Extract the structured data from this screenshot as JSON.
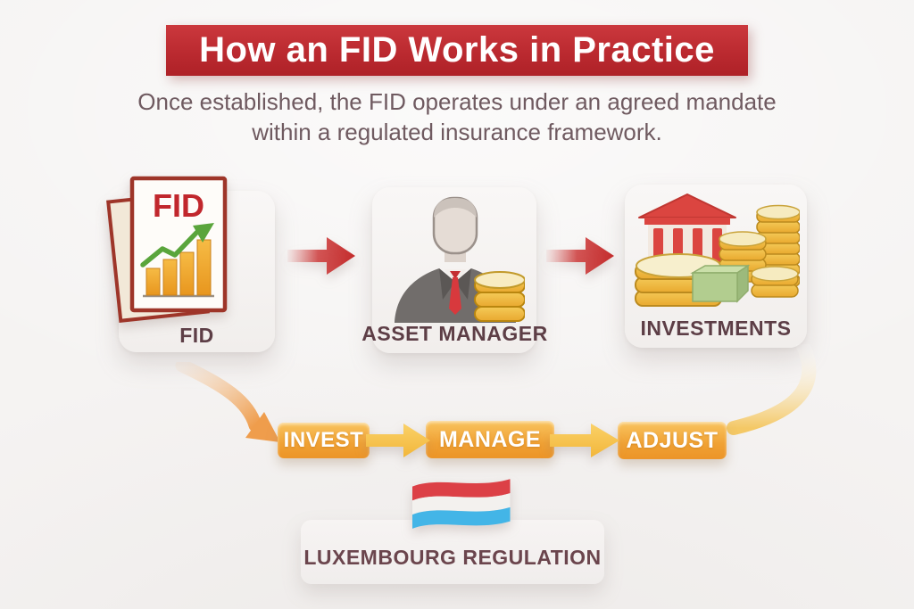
{
  "header": {
    "title": "How an FID Works in Practice",
    "subtitle": "Once established, the FID operates under an agreed mandate within a regulated insurance framework."
  },
  "entities": [
    {
      "label": "FID",
      "icon": "fid-document-icon",
      "document_text": "FID"
    },
    {
      "label": "ASSET MANAGER",
      "icon": "asset-manager-icon"
    },
    {
      "label": "INVESTMENTS",
      "icon": "investments-icon"
    }
  ],
  "process_steps": [
    {
      "label": "INVEST"
    },
    {
      "label": "MANAGE"
    },
    {
      "label": "ADJUST"
    }
  ],
  "regulation": {
    "label": "LUXEMBOURG REGULATION",
    "flag": "luxembourg-flag-icon"
  },
  "colors": {
    "banner_red": "#bb2a30",
    "arrow_red": "#c62f2f",
    "step_orange": "#f0a134",
    "flow_yellow": "#f7c244",
    "label_maroon": "#5d3e46",
    "coin_gold": "#eebc43",
    "chart_green": "#5aa53c",
    "flag_red": "#dc4046",
    "flag_white": "#f3f1ee",
    "flag_blue": "#43b5e7",
    "background": "#f5f3f2"
  }
}
